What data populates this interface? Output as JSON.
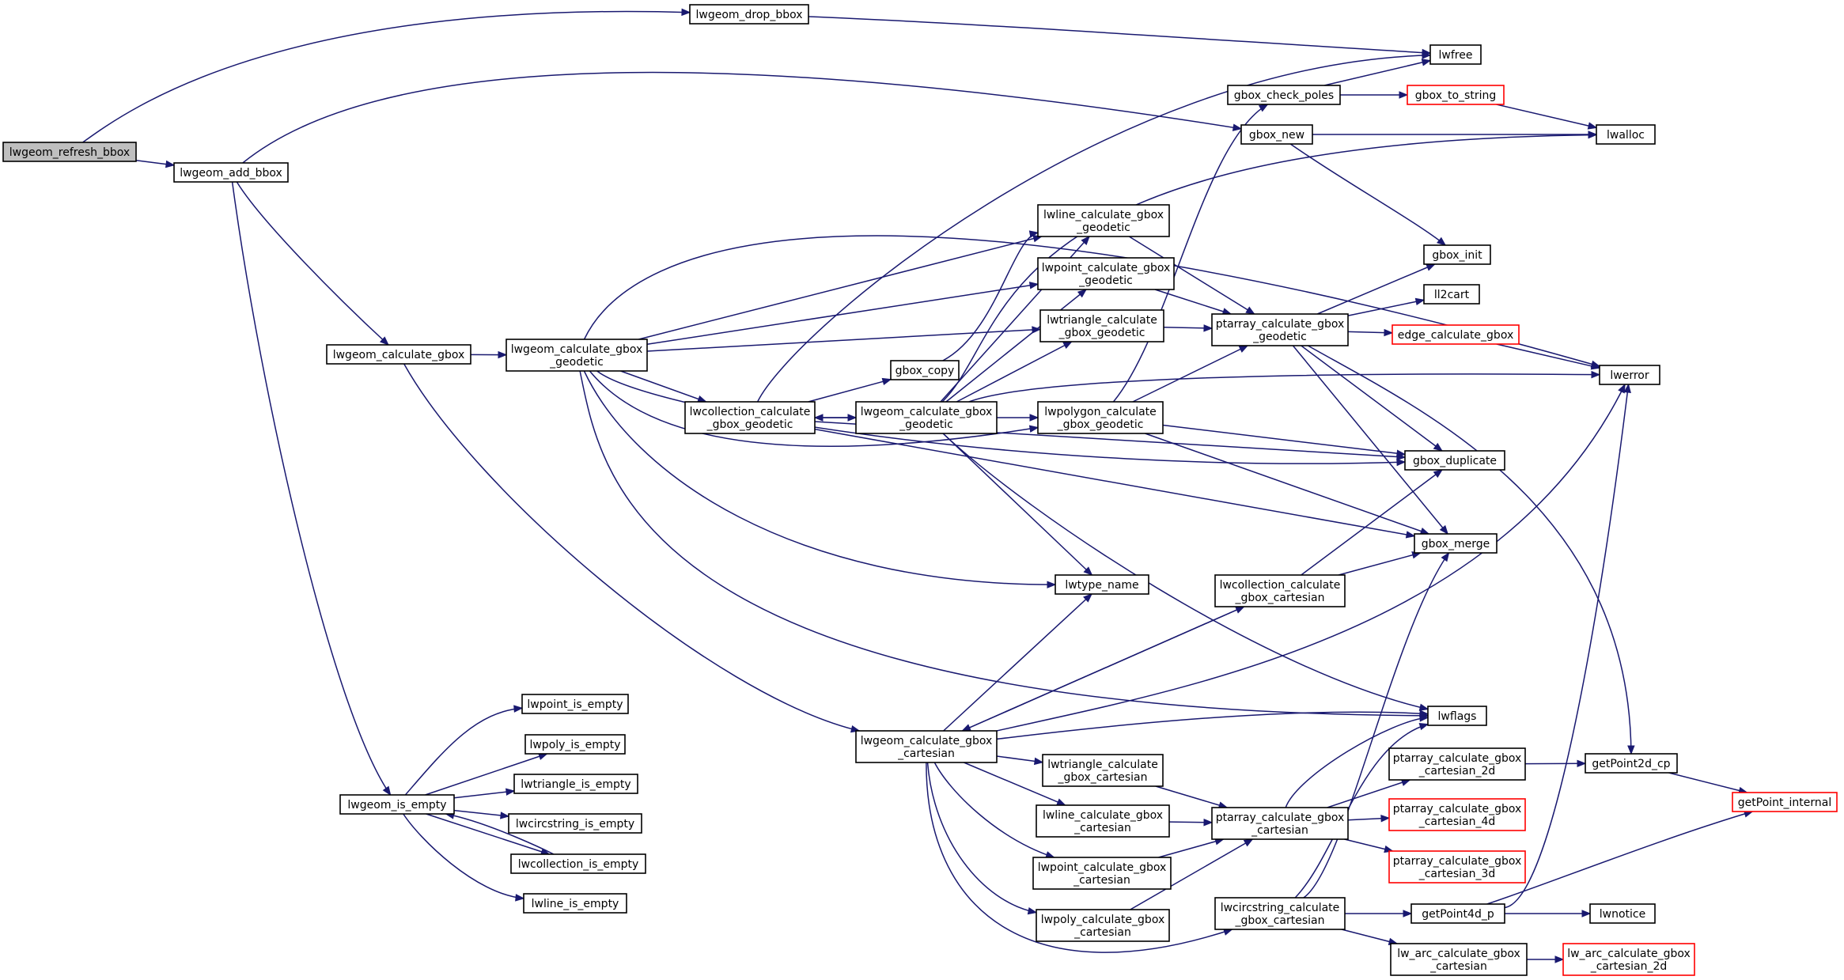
{
  "colors": {
    "edge": "#191970",
    "node_border": "#000000",
    "truncated_border": "#ff0000",
    "root_fill": "#bfbfbf"
  },
  "nodes": [
    {
      "id": "n_lwgeom_refresh_bbox",
      "lines": [
        "lwgeom_refresh_bbox"
      ],
      "style": "root"
    },
    {
      "id": "n_lwgeom_drop_bbox",
      "lines": [
        "lwgeom_drop_bbox"
      ]
    },
    {
      "id": "n_lwgeom_add_bbox",
      "lines": [
        "lwgeom_add_bbox"
      ]
    },
    {
      "id": "n_lwfree",
      "lines": [
        "lwfree"
      ]
    },
    {
      "id": "n_gbox_new",
      "lines": [
        "gbox_new"
      ]
    },
    {
      "id": "n_lwgeom_calculate_gbox",
      "lines": [
        "lwgeom_calculate_gbox"
      ]
    },
    {
      "id": "n_lwgeom_is_empty",
      "lines": [
        "lwgeom_is_empty"
      ]
    },
    {
      "id": "n_lwalloc",
      "lines": [
        "lwalloc"
      ]
    },
    {
      "id": "n_gbox_check_poles",
      "lines": [
        "gbox_check_poles"
      ]
    },
    {
      "id": "n_gbox_to_string",
      "lines": [
        "gbox_to_string"
      ],
      "style": "red"
    },
    {
      "id": "n_gbox_init",
      "lines": [
        "gbox_init"
      ]
    },
    {
      "id": "n_ll2cart",
      "lines": [
        "ll2cart"
      ]
    },
    {
      "id": "n_lwgeom_calculate_gbox_geodetic",
      "lines": [
        "lwgeom_calculate_gbox",
        "_geodetic"
      ]
    },
    {
      "id": "n_lwline_calculate_gbox_geodetic",
      "lines": [
        "lwline_calculate_gbox",
        "_geodetic"
      ]
    },
    {
      "id": "n_lwpoint_calculate_gbox_geodetic",
      "lines": [
        "lwpoint_calculate_gbox",
        "_geodetic"
      ]
    },
    {
      "id": "n_lwtriangle_calculate_gbox_geodetic",
      "lines": [
        "lwtriangle_calculate",
        "_gbox_geodetic"
      ]
    },
    {
      "id": "n_ptarray_calculate_gbox_geodetic",
      "lines": [
        "ptarray_calculate_gbox",
        "_geodetic"
      ]
    },
    {
      "id": "n_edge_calculate_gbox",
      "lines": [
        "edge_calculate_gbox"
      ],
      "style": "red"
    },
    {
      "id": "n_lwerror",
      "lines": [
        "lwerror"
      ]
    },
    {
      "id": "n_gbox_copy",
      "lines": [
        "gbox_copy"
      ]
    },
    {
      "id": "n_lwcollection_calculate_gbox_geodetic",
      "lines": [
        "lwcollection_calculate",
        "_gbox_geodetic"
      ]
    },
    {
      "id": "n_lwgeom_calculate_gbox_geodetic2",
      "lines": [
        "lwgeom_calculate_gbox",
        "_geodetic"
      ]
    },
    {
      "id": "n_lwpolygon_calculate_gbox_geodetic",
      "lines": [
        "lwpolygon_calculate",
        "_gbox_geodetic"
      ]
    },
    {
      "id": "n_gbox_duplicate",
      "lines": [
        "gbox_duplicate"
      ]
    },
    {
      "id": "n_gbox_merge",
      "lines": [
        "gbox_merge"
      ]
    },
    {
      "id": "n_lwtype_name",
      "lines": [
        "lwtype_name"
      ]
    },
    {
      "id": "n_lwcollection_calculate_gbox_cartesian",
      "lines": [
        "lwcollection_calculate",
        "_gbox_cartesian"
      ]
    },
    {
      "id": "n_lwpoint_is_empty",
      "lines": [
        "lwpoint_is_empty"
      ]
    },
    {
      "id": "n_lwpoly_is_empty",
      "lines": [
        "lwpoly_is_empty"
      ]
    },
    {
      "id": "n_lwtriangle_is_empty",
      "lines": [
        "lwtriangle_is_empty"
      ]
    },
    {
      "id": "n_lwcircstring_is_empty",
      "lines": [
        "lwcircstring_is_empty"
      ]
    },
    {
      "id": "n_lwcollection_is_empty",
      "lines": [
        "lwcollection_is_empty"
      ]
    },
    {
      "id": "n_lwline_is_empty",
      "lines": [
        "lwline_is_empty"
      ]
    },
    {
      "id": "n_lwgeom_calculate_gbox_cartesian",
      "lines": [
        "lwgeom_calculate_gbox",
        "_cartesian"
      ]
    },
    {
      "id": "n_lwflags",
      "lines": [
        "lwflags"
      ]
    },
    {
      "id": "n_lwtriangle_calculate_gbox_cartesian",
      "lines": [
        "lwtriangle_calculate",
        "_gbox_cartesian"
      ]
    },
    {
      "id": "n_ptarray_calculate_gbox_cartesian_2d",
      "lines": [
        "ptarray_calculate_gbox",
        "_cartesian_2d"
      ]
    },
    {
      "id": "n_getPoint2d_cp",
      "lines": [
        "getPoint2d_cp"
      ]
    },
    {
      "id": "n_getPoint_internal",
      "lines": [
        "getPoint_internal"
      ],
      "style": "red"
    },
    {
      "id": "n_lwline_calculate_gbox_cartesian",
      "lines": [
        "lwline_calculate_gbox",
        "_cartesian"
      ]
    },
    {
      "id": "n_ptarray_calculate_gbox_cartesian",
      "lines": [
        "ptarray_calculate_gbox",
        "_cartesian"
      ]
    },
    {
      "id": "n_ptarray_calculate_gbox_cartesian_4d",
      "lines": [
        "ptarray_calculate_gbox",
        "_cartesian_4d"
      ],
      "style": "red"
    },
    {
      "id": "n_lwpoint_calculate_gbox_cartesian",
      "lines": [
        "lwpoint_calculate_gbox",
        "_cartesian"
      ]
    },
    {
      "id": "n_ptarray_calculate_gbox_cartesian_3d",
      "lines": [
        "ptarray_calculate_gbox",
        "_cartesian_3d"
      ],
      "style": "red"
    },
    {
      "id": "n_lwpoly_calculate_gbox_cartesian",
      "lines": [
        "lwpoly_calculate_gbox",
        "_cartesian"
      ]
    },
    {
      "id": "n_lwcircstring_calculate_gbox_cartesian",
      "lines": [
        "lwcircstring_calculate",
        "_gbox_cartesian"
      ]
    },
    {
      "id": "n_getPoint4d_p",
      "lines": [
        "getPoint4d_p"
      ]
    },
    {
      "id": "n_lwnotice",
      "lines": [
        "lwnotice"
      ]
    },
    {
      "id": "n_lw_arc_calculate_gbox_cartesian",
      "lines": [
        "lw_arc_calculate_gbox",
        "_cartesian"
      ]
    },
    {
      "id": "n_lw_arc_calculate_gbox_cartesian_2d",
      "lines": [
        "lw_arc_calculate_gbox",
        "_cartesian_2d"
      ],
      "style": "red"
    }
  ]
}
